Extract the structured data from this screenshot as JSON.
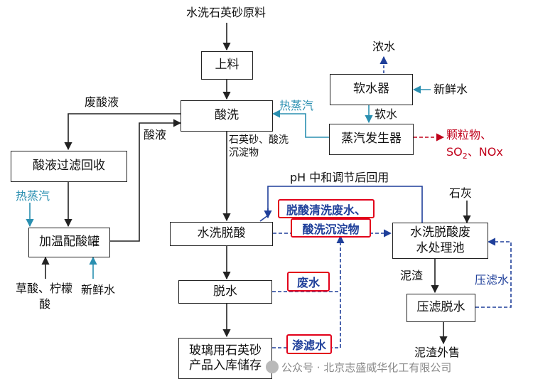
{
  "boxes": {
    "shangliao": "上料",
    "suanxi": "酸洗",
    "ruanshuiqi": "软水器",
    "zhengqi": "蒸汽发生器",
    "suanye_guolv": "酸液过滤回收",
    "jiawen": "加温配酸罐",
    "shuixi_tuosuan": "水洗脱酸",
    "tuoshui": "脱水",
    "chanpin": [
      "玻璃用石英砂",
      "产品入库储存"
    ],
    "feishui_chi": [
      "水洗脱酸废",
      "水处理池"
    ],
    "yalv_tuoshui": "压滤脱水"
  },
  "labels": {
    "raw_material": "水洗石英砂原料",
    "nongshui": "浓水",
    "xinxianshui_top": "新鲜水",
    "ruanshui": "软水",
    "resq_top": "热蒸汽",
    "feisuanye": "废酸液",
    "suanye": "酸液",
    "chendian": [
      "石英砂、酸洗",
      "沉淀物"
    ],
    "emissions_1": "颗粒物、",
    "emissions_2a": "SO",
    "emissions_2sub": "2",
    "emissions_2b": "、NOx",
    "ph": "pH 中和调节后回用",
    "shihui": "石灰",
    "resq_left": "热蒸汽",
    "caosuan_1": "草酸、柠檬",
    "caosuan_2": "酸",
    "xinxianshui_left": "新鲜水",
    "nizha": "泥渣",
    "yalvshui": "压滤水",
    "nizha_waishou": "泥渣外售"
  },
  "highlights": {
    "tuosuan_1": "脱酸清洗废水、",
    "tuosuan_2": "酸洗沉淀物",
    "feishui": "废水",
    "shenlvshui": "渗滤水"
  },
  "watermark": "公众号 · 北京志盛威华化工有限公司",
  "colors": {
    "line": "#222222",
    "blue_dashed": "#1f3f9a",
    "cyan": "#2a8fb0",
    "red": "#c0001a",
    "highlight_border": "#e2001a"
  }
}
